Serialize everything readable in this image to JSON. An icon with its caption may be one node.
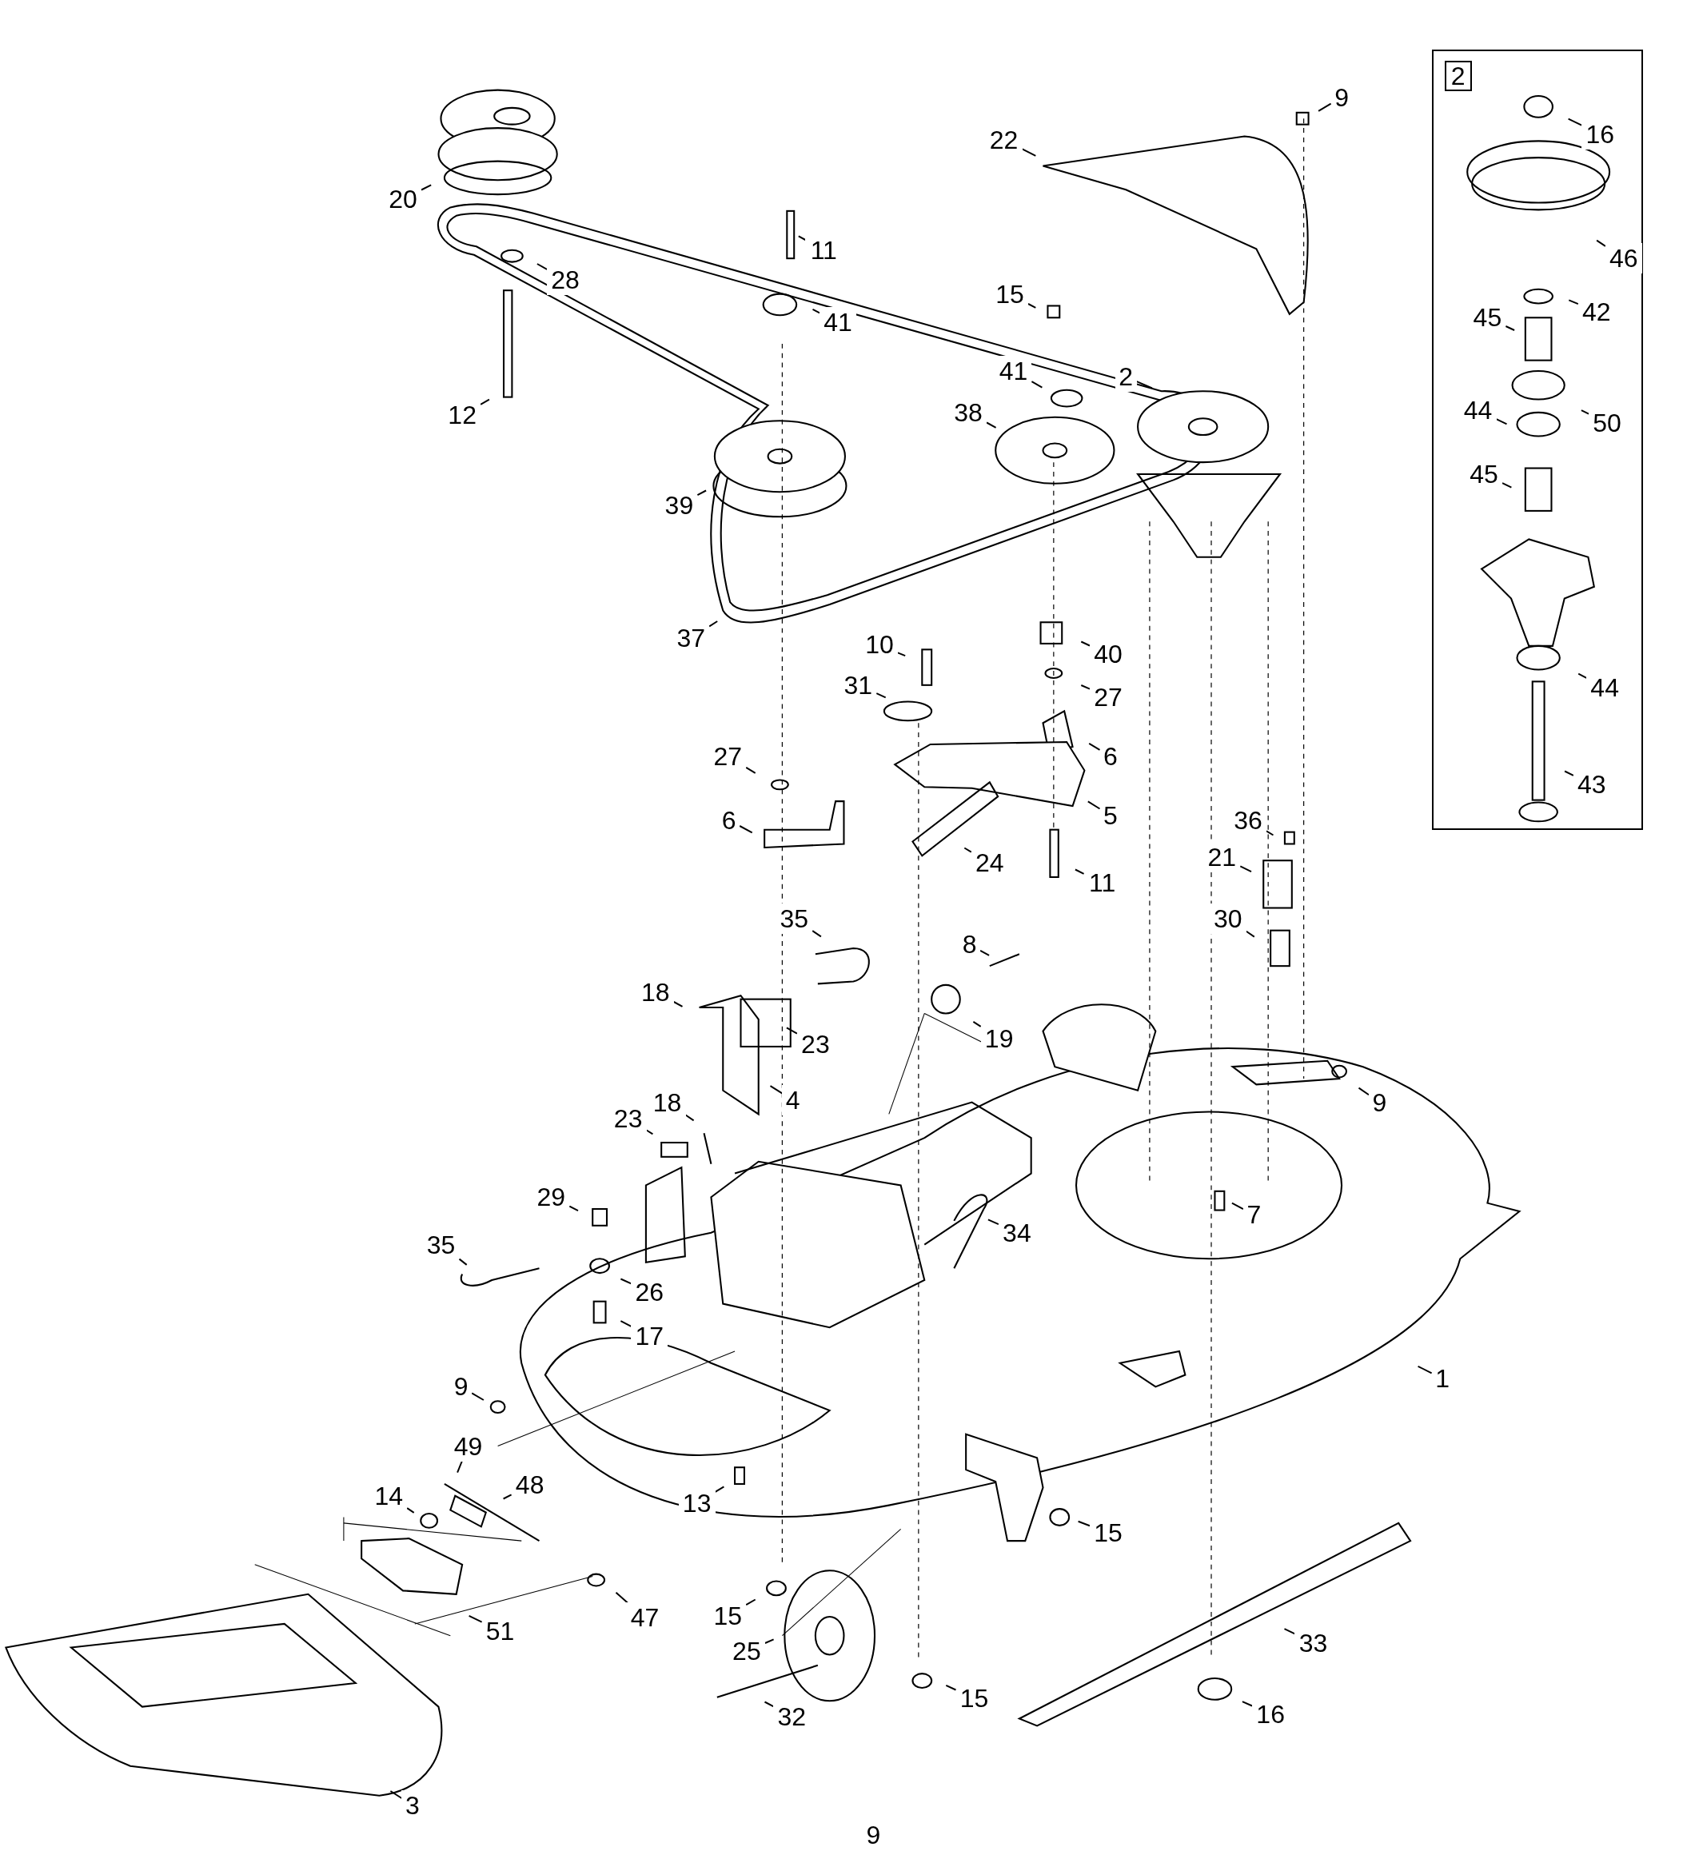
{
  "diagram": {
    "nodes": [
      {
        "text": [
          "9"
        ]
      },
      {
        "text": [
          "22"
        ]
      },
      {
        "text": [
          "20"
        ]
      },
      {
        "text": [
          "28"
        ]
      },
      {
        "text": [
          "11"
        ]
      },
      {
        "text": [
          "41"
        ]
      },
      {
        "text": [
          "12"
        ]
      },
      {
        "text": [
          "15"
        ]
      },
      {
        "text": [
          "41"
        ]
      },
      {
        "text": [
          "2"
        ]
      },
      {
        "text": [
          "38"
        ]
      },
      {
        "text": [
          "39"
        ]
      },
      {
        "text": [
          "37"
        ]
      },
      {
        "text": [
          "10"
        ]
      },
      {
        "text": [
          "40"
        ]
      },
      {
        "text": [
          "31"
        ]
      },
      {
        "text": [
          "27"
        ]
      },
      {
        "text": [
          "27"
        ]
      },
      {
        "text": [
          "6"
        ]
      },
      {
        "text": [
          "6"
        ]
      },
      {
        "text": [
          "5"
        ]
      },
      {
        "text": [
          "24"
        ]
      },
      {
        "text": [
          "11"
        ]
      },
      {
        "text": [
          "36"
        ]
      },
      {
        "text": [
          "21"
        ]
      },
      {
        "text": [
          "35"
        ]
      },
      {
        "text": [
          "30"
        ]
      },
      {
        "text": [
          "8"
        ]
      },
      {
        "text": [
          "18"
        ]
      },
      {
        "text": [
          "23"
        ]
      },
      {
        "text": [
          "19"
        ]
      },
      {
        "text": [
          "4"
        ]
      },
      {
        "text": [
          "9"
        ]
      },
      {
        "text": [
          "18"
        ]
      },
      {
        "text": [
          "23"
        ]
      },
      {
        "text": [
          "29"
        ]
      },
      {
        "text": [
          "7"
        ]
      },
      {
        "text": [
          "34"
        ]
      },
      {
        "text": [
          "35"
        ]
      },
      {
        "text": [
          "26"
        ]
      },
      {
        "text": [
          "17"
        ]
      },
      {
        "text": [
          "1"
        ]
      },
      {
        "text": [
          "9"
        ]
      },
      {
        "text": [
          "49"
        ]
      },
      {
        "text": [
          "48"
        ]
      },
      {
        "text": [
          "14"
        ]
      },
      {
        "text": [
          "13"
        ]
      },
      {
        "text": [
          "15"
        ]
      },
      {
        "text": [
          "15"
        ]
      },
      {
        "text": [
          "47"
        ]
      },
      {
        "text": [
          "51"
        ]
      },
      {
        "text": [
          "25"
        ]
      },
      {
        "text": [
          "33"
        ]
      },
      {
        "text": [
          "32"
        ]
      },
      {
        "text": [
          "15"
        ]
      },
      {
        "text": [
          "16"
        ]
      },
      {
        "text": [
          "3"
        ]
      },
      {
        "text": [
          "2"
        ]
      },
      {
        "text": [
          "16"
        ],
        "in": 57
      },
      {
        "text": [
          "46"
        ],
        "in": 57
      },
      {
        "text": [
          "42"
        ],
        "in": 57
      },
      {
        "text": [
          "45"
        ],
        "in": 57
      },
      {
        "text": [
          "50"
        ],
        "in": 57
      },
      {
        "text": [
          "44"
        ],
        "in": 57
      },
      {
        "text": [
          "45"
        ],
        "in": 57
      },
      {
        "text": [
          "44"
        ],
        "in": 57
      },
      {
        "text": [
          "43"
        ],
        "in": 57
      }
    ],
    "edges": [
      {
        "from": 0,
        "to": null,
        "arrow": "none"
      },
      {
        "from": 1,
        "to": null,
        "arrow": "none"
      },
      {
        "from": 2,
        "to": null,
        "arrow": "none"
      },
      {
        "from": 3,
        "to": null,
        "arrow": "none"
      },
      {
        "from": 4,
        "to": null,
        "arrow": "none"
      },
      {
        "from": 5,
        "to": null,
        "arrow": "none"
      },
      {
        "from": 6,
        "to": null,
        "arrow": "none"
      },
      {
        "from": 7,
        "to": null,
        "arrow": "none"
      },
      {
        "from": 8,
        "to": null,
        "arrow": "none"
      },
      {
        "from": 9,
        "to": null,
        "arrow": "none"
      },
      {
        "from": 10,
        "to": null,
        "arrow": "none"
      },
      {
        "from": 11,
        "to": null,
        "arrow": "none"
      },
      {
        "from": 12,
        "to": null,
        "arrow": "none"
      },
      {
        "from": 13,
        "to": null,
        "arrow": "none"
      },
      {
        "from": 14,
        "to": null,
        "arrow": "none"
      },
      {
        "from": 15,
        "to": null,
        "arrow": "none"
      },
      {
        "from": 16,
        "to": null,
        "arrow": "none"
      },
      {
        "from": 17,
        "to": null,
        "arrow": "none"
      },
      {
        "from": 18,
        "to": null,
        "arrow": "none"
      },
      {
        "from": 19,
        "to": null,
        "arrow": "none"
      },
      {
        "from": 20,
        "to": null,
        "arrow": "none"
      },
      {
        "from": 21,
        "to": null,
        "arrow": "none"
      },
      {
        "from": 22,
        "to": null,
        "arrow": "none"
      },
      {
        "from": 23,
        "to": null,
        "arrow": "none"
      },
      {
        "from": 24,
        "to": null,
        "arrow": "none"
      },
      {
        "from": 25,
        "to": null,
        "arrow": "none"
      },
      {
        "from": 26,
        "to": null,
        "arrow": "none"
      },
      {
        "from": 27,
        "to": null,
        "arrow": "none"
      },
      {
        "from": 28,
        "to": null,
        "arrow": "none"
      },
      {
        "from": 29,
        "to": null,
        "arrow": "none"
      },
      {
        "from": 30,
        "to": null,
        "arrow": "none"
      },
      {
        "from": 31,
        "to": null,
        "arrow": "none"
      },
      {
        "from": 32,
        "to": null,
        "arrow": "none"
      },
      {
        "from": 33,
        "to": null,
        "arrow": "none"
      },
      {
        "from": 34,
        "to": null,
        "arrow": "none"
      },
      {
        "from": 35,
        "to": null,
        "arrow": "none"
      },
      {
        "from": 36,
        "to": null,
        "arrow": "none"
      },
      {
        "from": 37,
        "to": null,
        "arrow": "none"
      },
      {
        "from": 38,
        "to": null,
        "arrow": "none"
      },
      {
        "from": 39,
        "to": null,
        "arrow": "none"
      },
      {
        "from": 40,
        "to": null,
        "arrow": "none"
      },
      {
        "from": 41,
        "to": null,
        "arrow": "none"
      },
      {
        "from": 42,
        "to": null,
        "arrow": "none"
      },
      {
        "from": 43,
        "to": null,
        "arrow": "none"
      },
      {
        "from": 44,
        "to": null,
        "arrow": "none"
      },
      {
        "from": 45,
        "to": null,
        "arrow": "none"
      },
      {
        "from": 46,
        "to": null,
        "arrow": "none"
      },
      {
        "from": 47,
        "to": null,
        "arrow": "none"
      },
      {
        "from": 48,
        "to": null,
        "arrow": "none"
      },
      {
        "from": 49,
        "to": null,
        "arrow": "none"
      },
      {
        "from": 50,
        "to": null,
        "arrow": "none"
      },
      {
        "from": 51,
        "to": null,
        "arrow": "none"
      },
      {
        "from": 52,
        "to": null,
        "arrow": "none"
      },
      {
        "from": 53,
        "to": null,
        "arrow": "none"
      },
      {
        "from": 54,
        "to": null,
        "arrow": "none"
      },
      {
        "from": 55,
        "to": null,
        "arrow": "none"
      },
      {
        "from": 56,
        "to": null,
        "arrow": "none"
      },
      {
        "from": 58,
        "to": null,
        "arrow": "none"
      },
      {
        "from": 59,
        "to": null,
        "arrow": "none"
      },
      {
        "from": 60,
        "to": null,
        "arrow": "none"
      },
      {
        "from": 61,
        "to": null,
        "arrow": "none"
      },
      {
        "from": 62,
        "to": null,
        "arrow": "none"
      },
      {
        "from": 63,
        "to": null,
        "arrow": "none"
      },
      {
        "from": 64,
        "to": null,
        "arrow": "none"
      },
      {
        "from": 65,
        "to": null,
        "arrow": "none"
      },
      {
        "from": 66,
        "to": null,
        "arrow": "none"
      }
    ],
    "labels": [
      "9"
    ]
  }
}
